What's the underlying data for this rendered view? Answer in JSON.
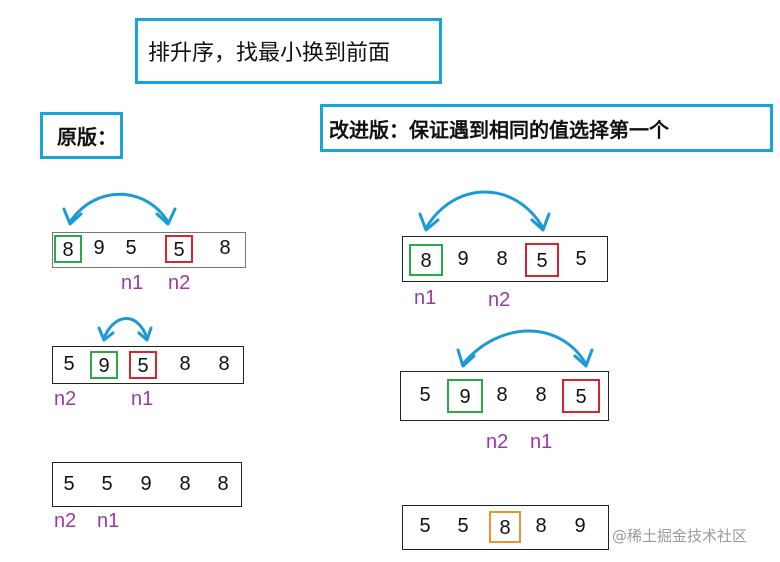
{
  "titles": {
    "top": "排升序，找最小换到前面",
    "original": "原版：",
    "improved": "改进版：保证遇到相同的值选择第一个"
  },
  "rows": {
    "o1": {
      "cells": [
        "8",
        "9",
        "5",
        "5",
        "8"
      ],
      "labels": [
        "n1",
        "n2"
      ]
    },
    "o2": {
      "cells": [
        "5",
        "9",
        "5",
        "8",
        "8"
      ],
      "labels": [
        "n2",
        "n1"
      ]
    },
    "o3": {
      "cells": [
        "5",
        "5",
        "9",
        "8",
        "8"
      ],
      "labels": [
        "n2",
        "n1"
      ]
    },
    "i1": {
      "cells": [
        "8",
        "9",
        "8",
        "5",
        "5"
      ],
      "labels": [
        "n1",
        "n2"
      ]
    },
    "i2": {
      "cells": [
        "5",
        "9",
        "8",
        "8",
        "5"
      ],
      "labels": [
        "n2",
        "n1"
      ]
    },
    "i3": {
      "cells": [
        "5",
        "5",
        "8",
        "8",
        "9"
      ]
    }
  },
  "colors": {
    "frame": "#1aa3d9",
    "arrow": "#1a9ad6",
    "min_box": "#2aa84a",
    "swap_box": "#d4262c",
    "fixed_box": "#f0922d",
    "label": "#9b3aa5"
  },
  "watermark": "@稀土掘金技术社区"
}
